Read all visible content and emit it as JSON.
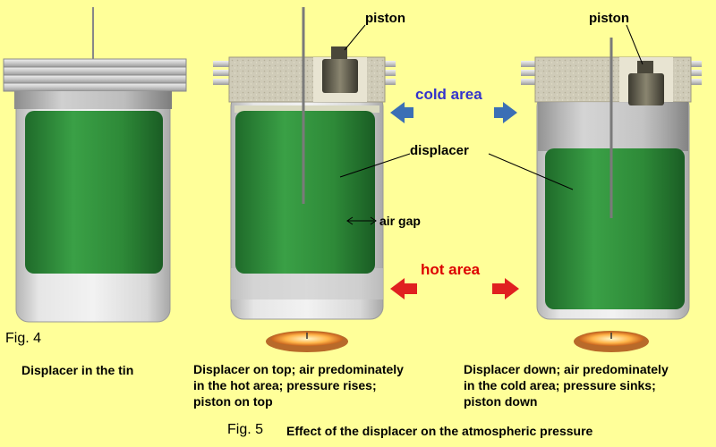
{
  "labels": {
    "piston_1": "piston",
    "piston_2": "piston",
    "cold_area": "cold area",
    "hot_area": "hot area",
    "displacer": "displacer",
    "air_gap": "air gap"
  },
  "fig4": {
    "number": "Fig. 4",
    "caption": "Displacer in the tin"
  },
  "fig5": {
    "number": "Fig. 5",
    "title": "Effect of the displacer on the atmospheric pressure",
    "caption_top": "Displacer on top; air predominately\nin the hot area; pressure rises;\npiston on top",
    "caption_down": "Displacer down; air predominately\nin the cold area; pressure sinks;\npiston down"
  },
  "colors": {
    "background": "#ffff99",
    "displacer_green": "#2f8f3a",
    "cold_arrow": "#3b6fb5",
    "hot_arrow": "#e02020",
    "cold_text": "#3333cc",
    "hot_text": "#dd0000"
  }
}
